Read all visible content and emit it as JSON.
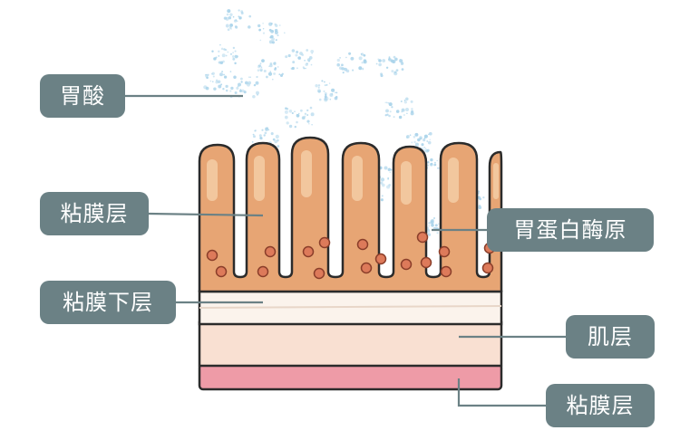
{
  "labels": {
    "gastric_acid": "胃酸",
    "mucosa": "粘膜层",
    "submucosa": "粘膜下层",
    "pepsinogen": "胃蛋白酶原",
    "muscularis": "肌层",
    "serosa": "粘膜层"
  },
  "colors": {
    "outline": "#2b2b2b",
    "mucosa_fill": "#e7a574",
    "mucosa_highlight": "#f2c79e",
    "submucosa_fill": "#fbf3ec",
    "muscle_fill": "#f9e0d2",
    "serosa_fill": "#ee9ba7",
    "gland_dot": "#dd7a5a",
    "acid_particles": "#a9d3ea",
    "label_bg": "#6b8185",
    "label_text": "#ffffff",
    "leader_line": "#6b8185"
  }
}
